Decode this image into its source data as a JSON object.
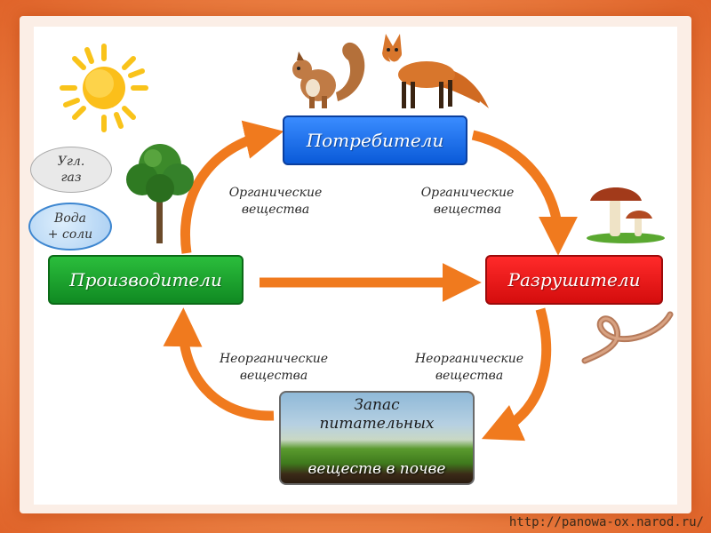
{
  "nodes": {
    "consumers": "Потребители",
    "producers": "Производители",
    "decomposers": "Разрушители",
    "soil_line1": "Запас",
    "soil_line2": "питательных",
    "soil_line3": "веществ в почве"
  },
  "labels": {
    "organic_left_1": "Органические",
    "organic_left_2": "вещества",
    "organic_right_1": "Органические",
    "organic_right_2": "вещества",
    "inorganic_left_1": "Неорганические",
    "inorganic_left_2": "вещества",
    "inorganic_right_1": "Неорганические",
    "inorganic_right_2": "вещества"
  },
  "bubbles": {
    "gas_1": "Угл.",
    "gas_2": "газ",
    "water_1": "Вода",
    "water_2": "+ соли"
  },
  "footer": {
    "url": "http://panowa-ox.narod.ru/"
  },
  "icons": [
    "sun-icon",
    "squirrel-icon",
    "fox-icon",
    "tree-icon",
    "mushroom-icon",
    "worm-icon"
  ],
  "colors": {
    "consumers": "#0a5ad8",
    "producers": "#108a22",
    "decomposers": "#d40d0d",
    "arrows": "#f07a1e"
  }
}
